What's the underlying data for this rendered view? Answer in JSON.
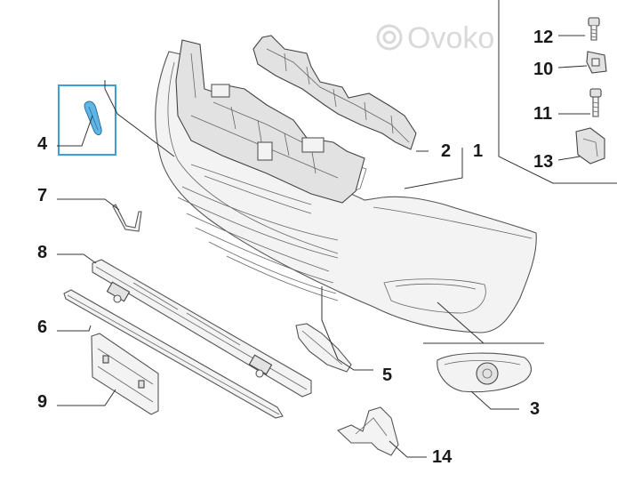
{
  "watermark": {
    "text": "Ovoko"
  },
  "highlight": {
    "color": "#3aa0d8",
    "part_fill": "#5fb6e6"
  },
  "callouts": {
    "c1": "1",
    "c2": "2",
    "c3": "3",
    "c4": "4",
    "c5": "5",
    "c6": "6",
    "c7": "7",
    "c8": "8",
    "c9": "9",
    "c10": "10",
    "c11": "11",
    "c12": "12",
    "c13": "13",
    "c14": "14"
  }
}
